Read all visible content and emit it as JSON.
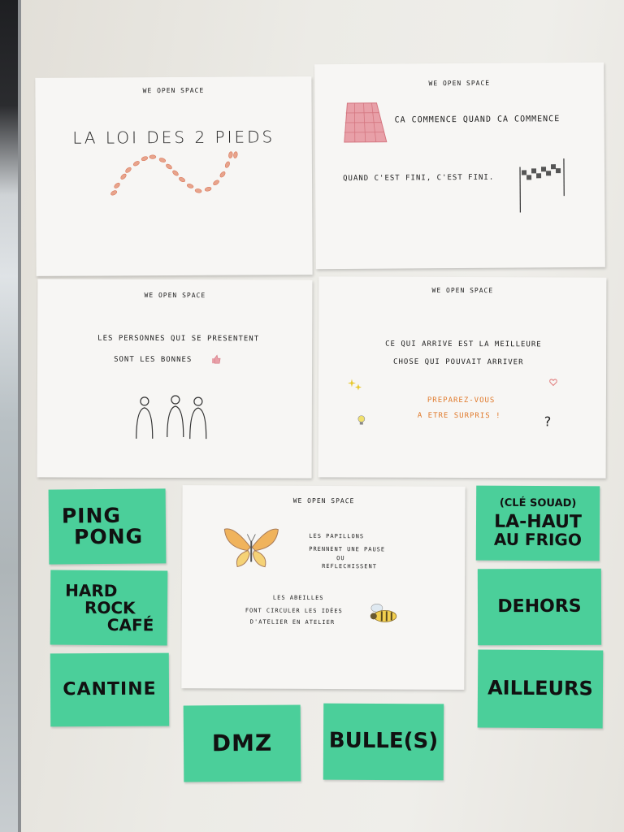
{
  "sheets": [
    {
      "brand": "WE OPEN SPACE",
      "title": "LA LOI DES 2 PIEDS"
    },
    {
      "brand": "WE OPEN SPACE",
      "line1": "CA COMMENCE QUAND CA COMMENCE",
      "line2": "QUAND C'EST FINI, C'EST FINI."
    },
    {
      "brand": "WE OPEN SPACE",
      "line1": "LES PERSONNES QUI SE PRESENTENT",
      "line2": "SONT LES BONNES"
    },
    {
      "brand": "WE OPEN SPACE",
      "line1": "CE QUI ARRIVE EST LA MEILLEURE",
      "line2": "CHOSE QUI POUVAIT ARRIVER",
      "line3": "PREPAREZ-VOUS",
      "line4": "A ETRE SURPRIS !"
    },
    {
      "brand": "WE OPEN SPACE",
      "line1": "LES PAPILLONS",
      "line2": "PRENNENT UNE PAUSE",
      "line3": "OU",
      "line4": "REFLECHISSENT",
      "line5": "LES ABEILLES",
      "line6": "FONT CIRCULER LES IDÉES",
      "line7": "D'ATELIER EN ATELIER"
    }
  ],
  "notes": {
    "ping_pong": [
      "PING",
      "PONG"
    ],
    "hard_rock": [
      "HARD",
      "ROCK",
      "CAFÉ"
    ],
    "cantine": "CANTINE",
    "dmz": "DMZ",
    "bulles": "BULLE(S)",
    "la_haut": {
      "caption": "(CLÉ SOUAD)",
      "lines": [
        "LA-HAUT",
        "AU FRIGO"
      ]
    },
    "dehors": "DEHORS",
    "ailleurs": "AILLEURS"
  },
  "colors": {
    "note": "#4bcf9a",
    "accent": "#e07a2c",
    "paper": "#f7f6f4"
  }
}
